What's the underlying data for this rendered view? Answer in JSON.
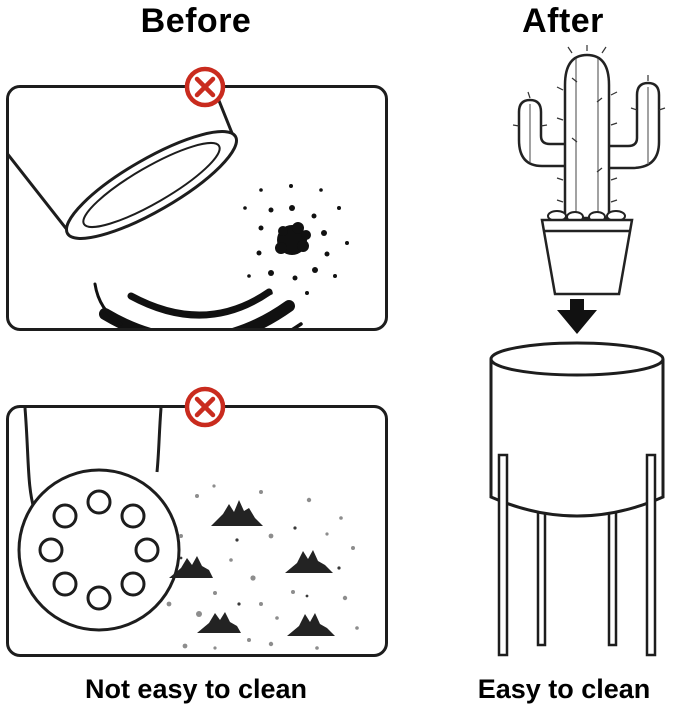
{
  "titles": {
    "before": "Before",
    "after": "After"
  },
  "captions": {
    "before": "Not easy to clean",
    "after": "Easy to clean"
  },
  "icons": {
    "prohibited": "red circle with X (not allowed)",
    "arrow_down": "solid black downward arrow"
  },
  "figures": {
    "panel_spill": "tipped plant pot spilling soil with splatter",
    "panel_dirt": "drainage plate with 8 holes and scattered dirt piles",
    "cactus": "saguaro cactus in tapered nursery pot",
    "planter": "cylindrical planter on four-leg metal stand"
  },
  "colors": {
    "prohibited_red": "#c92b1e",
    "line": "#1d1d1d",
    "dirt": "#232323",
    "speckle": "#8d8d8d"
  }
}
